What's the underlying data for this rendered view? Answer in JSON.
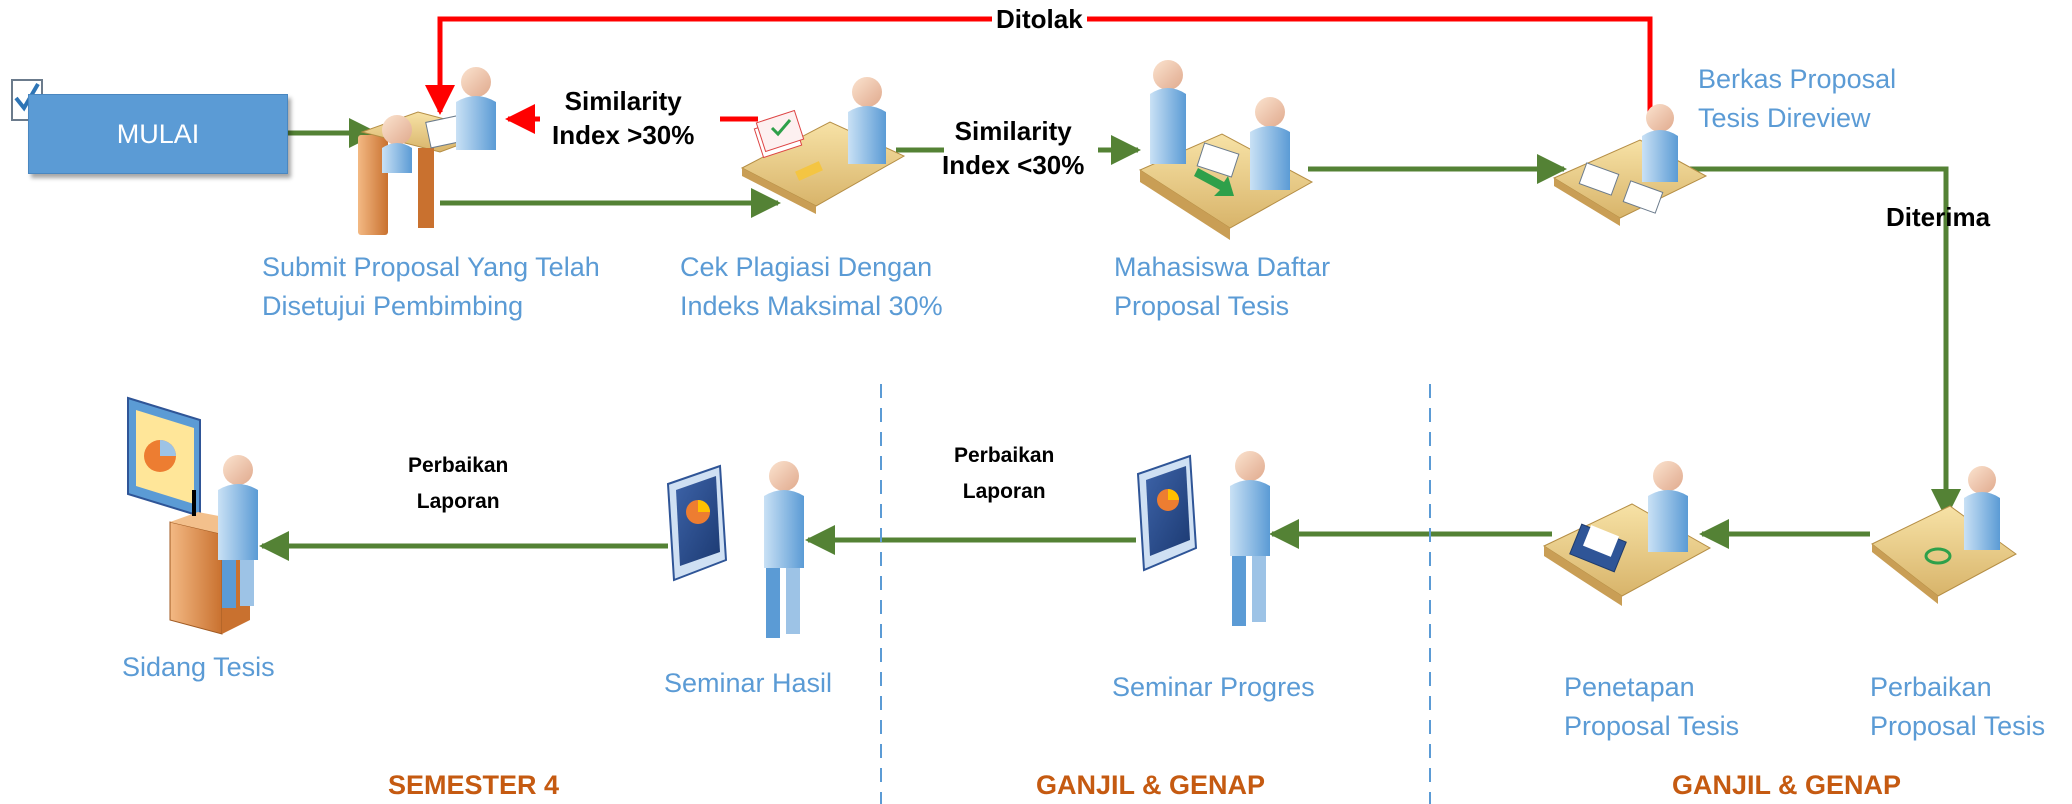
{
  "start": {
    "label": "MULAI"
  },
  "nodes": [
    {
      "id": "submit",
      "line1": "Submit Proposal Yang Telah",
      "line2": "Disetujui Pembimbing"
    },
    {
      "id": "cek",
      "line1": "Cek Plagiasi Dengan",
      "line2": "Indeks Maksimal 30%"
    },
    {
      "id": "daftar",
      "line1": "Mahasiswa Daftar",
      "line2": "Proposal Tesis"
    },
    {
      "id": "review",
      "line1": "Berkas Proposal",
      "line2": "Tesis Direview"
    },
    {
      "id": "perbaikan",
      "line1": "Perbaikan",
      "line2": "Proposal Tesis"
    },
    {
      "id": "penetapan",
      "line1": "Penetapan",
      "line2": "Proposal Tesis"
    },
    {
      "id": "progres",
      "line1": "Seminar Progres"
    },
    {
      "id": "hasil",
      "line1": "Seminar Hasil"
    },
    {
      "id": "sidang",
      "line1": "Sidang Tesis"
    }
  ],
  "edge_labels": {
    "ditolak": "Ditolak",
    "diterima": "Diterima",
    "sim_high_1": "Similarity",
    "sim_high_2": "Index >30%",
    "sim_low_1": "Similarity",
    "sim_low_2": "Index <30%",
    "perbaikan_a_1": "Perbaikan",
    "perbaikan_a_2": "Laporan",
    "perbaikan_b_1": "Perbaikan",
    "perbaikan_b_2": "Laporan"
  },
  "phases": [
    "SEMESTER 4",
    "GANJIL & GENAP",
    "GANJIL & GENAP"
  ],
  "icons": {
    "start": "checklist-arrow-icon",
    "submit": "person-at-desk-icon",
    "cek": "plagiarism-check-desk-icon",
    "daftar": "registration-desk-icon",
    "review": "document-review-icon",
    "perbaikan": "revision-desk-icon",
    "penetapan": "approval-desk-icon",
    "progres": "presentation-icon",
    "hasil": "presentation-icon",
    "sidang": "podium-defense-icon"
  },
  "colors": {
    "accepted_arrow": "#548235",
    "rejected_arrow": "#ff0000",
    "label_blue": "#5b9bd5",
    "phase_orange": "#c55a11"
  }
}
